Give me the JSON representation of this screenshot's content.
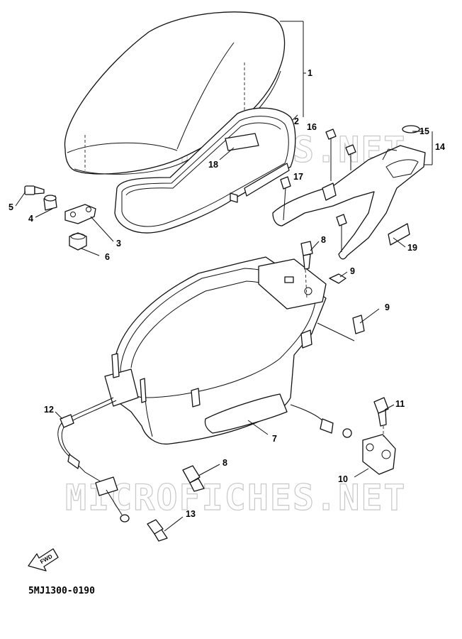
{
  "diagram": {
    "code": "5MJ1300-0190",
    "watermark": "MICROFICHES.NET",
    "fwd_label": "FWD",
    "callouts": {
      "c1": "1",
      "c2": "2",
      "c3": "3",
      "c4": "4",
      "c5": "5",
      "c6": "6",
      "c7": "7",
      "c8a": "8",
      "c8b": "8",
      "c9a": "9",
      "c9b": "9",
      "c10": "10",
      "c11": "11",
      "c12": "12",
      "c13": "13",
      "c14": "14",
      "c15": "15",
      "c16": "16",
      "c17": "17",
      "c18": "18",
      "c19": "19"
    }
  }
}
